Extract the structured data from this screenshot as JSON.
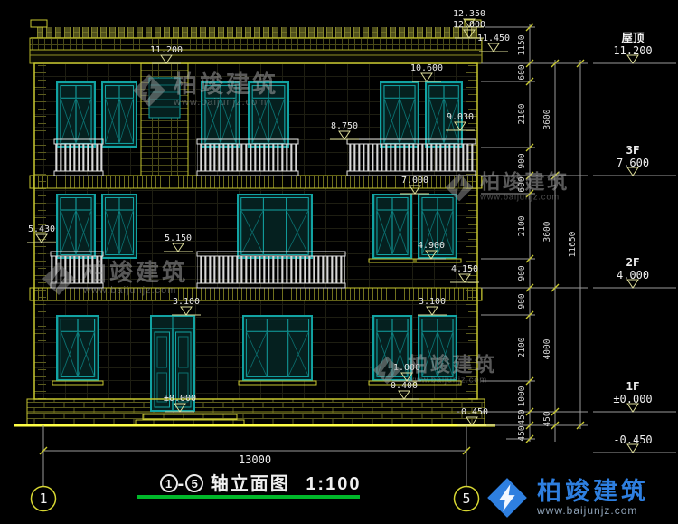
{
  "drawing": {
    "title_axis_start": "1",
    "title_sep": "-",
    "title_axis_end": "5",
    "title_text": "轴立面图",
    "title_scale": "1:100",
    "bubble_left": "1",
    "bubble_right": "5"
  },
  "brand": {
    "name": "柏竣建筑",
    "url": "www.baijunjz.com"
  },
  "levels": {
    "roof_label": "屋顶",
    "roof_value": "11.200",
    "f3_label": "3F",
    "f3_value": "7.600",
    "f2_label": "2F",
    "f2_value": "4.000",
    "f1_label": "1F",
    "f1_value": "±0.000",
    "ground_value": "-0.450"
  },
  "markers": {
    "m12350": "12.350",
    "m12000": "12.000",
    "m11450": "11.450",
    "m11200": "11.200",
    "m10600": "10.600",
    "m9030": "9.030",
    "m8750": "8.750",
    "m7000": "7.000",
    "m5430": "5.430",
    "m5150": "5.150",
    "m4900": "4.900",
    "m4150": "4.150",
    "m3100a": "3.100",
    "m3100b": "3.100",
    "m1000": "1.000",
    "m0400": "0.400",
    "m0000": "±0.000",
    "mneg450": "-0.450"
  },
  "dims": {
    "right_inner": [
      "1150",
      "600",
      "2100",
      "900",
      "600",
      "2100",
      "900",
      "900",
      "2100",
      "1000",
      "450",
      "450"
    ],
    "right_mid": [
      "3600",
      "3600",
      "4000",
      "450"
    ],
    "right_total": "11650",
    "bottom_width": "13000"
  }
}
